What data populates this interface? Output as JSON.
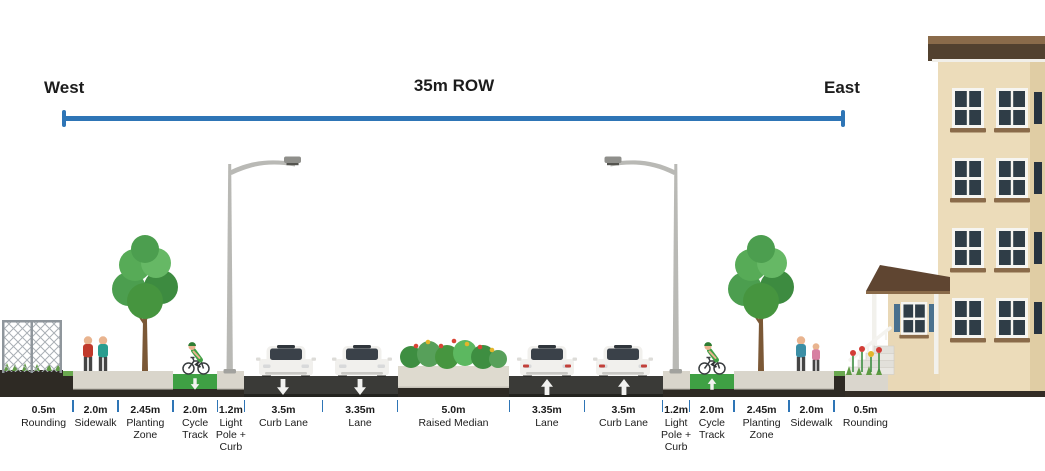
{
  "header": {
    "west": "West",
    "row_title": "35m ROW",
    "east": "East"
  },
  "colors": {
    "dimension-line": "#2e75b6",
    "asphalt": "#3a3a37",
    "sidewalk": "#d9d5cb",
    "cycle": "#3fa044",
    "median": "#dedacf",
    "soil": "#2e2a24",
    "grass": "#6aa84f",
    "arrow": "#f2f2f0",
    "text": "#1c1c1c"
  },
  "chart_data": {
    "type": "cross-section",
    "title": "35m ROW",
    "orientation_labels": {
      "left": "West",
      "right": "East"
    },
    "total_width_m": 35,
    "units": "m",
    "segments": [
      {
        "label": "0.5m",
        "name": "Rounding",
        "width_m": 0.5,
        "surface": "grass"
      },
      {
        "label": "2.0m",
        "name": "Sidewalk",
        "width_m": 2.0,
        "surface": "sidewalk"
      },
      {
        "label": "2.45m",
        "name": "Planting Zone",
        "width_m": 2.45,
        "surface": "sidewalk"
      },
      {
        "label": "2.0m",
        "name": "Cycle Track",
        "width_m": 2.0,
        "surface": "cycle",
        "arrow": "down"
      },
      {
        "label": "1.2m",
        "name": "Light Pole + Curb",
        "width_m": 1.2,
        "surface": "sidewalk"
      },
      {
        "label": "3.5m",
        "name": "Curb Lane",
        "width_m": 3.5,
        "surface": "asphalt",
        "arrow": "down"
      },
      {
        "label": "3.35m",
        "name": "Lane",
        "width_m": 3.35,
        "surface": "asphalt",
        "arrow": "down"
      },
      {
        "label": "5.0m",
        "name": "Raised Median",
        "width_m": 5.0,
        "surface": "median"
      },
      {
        "label": "3.35m",
        "name": "Lane",
        "width_m": 3.35,
        "surface": "asphalt",
        "arrow": "up"
      },
      {
        "label": "3.5m",
        "name": "Curb Lane",
        "width_m": 3.5,
        "surface": "asphalt",
        "arrow": "up"
      },
      {
        "label": "1.2m",
        "name": "Light Pole + Curb",
        "width_m": 1.2,
        "surface": "sidewalk"
      },
      {
        "label": "2.0m",
        "name": "Cycle Track",
        "width_m": 2.0,
        "surface": "cycle",
        "arrow": "up"
      },
      {
        "label": "2.45m",
        "name": "Planting Zone",
        "width_m": 2.45,
        "surface": "sidewalk"
      },
      {
        "label": "2.0m",
        "name": "Sidewalk",
        "width_m": 2.0,
        "surface": "sidewalk"
      },
      {
        "label": "0.5m",
        "name": "Rounding",
        "width_m": 0.5,
        "surface": "grass"
      }
    ]
  },
  "scene_icons": [
    "chain-link-fence-icon",
    "pedestrians-icon",
    "street-tree-icon",
    "cyclist-icon",
    "light-pole-icon",
    "car-icon",
    "median-planting-icon",
    "flower-bed-icon",
    "stairs-icon",
    "porch-icon",
    "apartment-building-icon",
    "traffic-arrow-icon"
  ]
}
